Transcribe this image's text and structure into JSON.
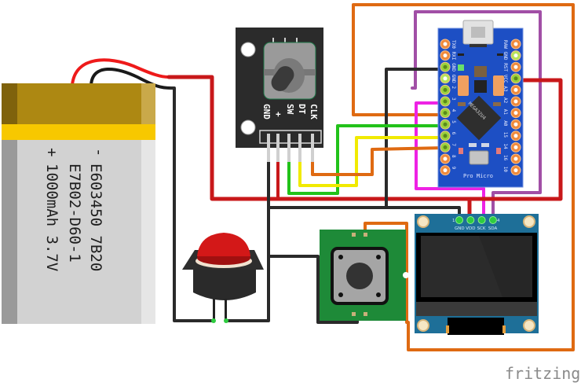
{
  "diagram": {
    "tool": "fritzing",
    "type": "breadboard wiring view"
  },
  "battery": {
    "minus_label": "-",
    "plus_label": "+",
    "line1": "E603450 7B20",
    "line2": "E7B02-D60-1",
    "line3": "1000mAh 3.7V"
  },
  "encoder": {
    "pins": [
      "GND",
      "+",
      "SW",
      "DT",
      "CLK"
    ]
  },
  "pro_micro": {
    "name": "Pro Micro",
    "chip": "MEGA32U4",
    "left_pins": [
      "TX0",
      "RXI",
      "GND",
      "GND",
      "2",
      "3",
      "4",
      "5",
      "6",
      "7",
      "8",
      "9"
    ],
    "right_pins": [
      "RAW",
      "GND",
      "RST",
      "VCC",
      "A3",
      "A2",
      "A1",
      "A0",
      "15",
      "14",
      "16",
      "10"
    ]
  },
  "oled": {
    "pin_start": "1",
    "pin_end": "4",
    "pins": [
      "GND",
      "VDD",
      "SCK",
      "SDA"
    ]
  },
  "push_button": {
    "type": "large red pushbutton"
  },
  "tactile_switch": {
    "type": "tactile switch module"
  },
  "wire_colors": {
    "red": "#c8181a",
    "black": "#2a2a2a",
    "green": "#22c21a",
    "yellow": "#f1ea00",
    "orange": "#df6a12",
    "purple": "#a14fa6",
    "magenta": "#ee22e4"
  },
  "watermark": "fritzing"
}
